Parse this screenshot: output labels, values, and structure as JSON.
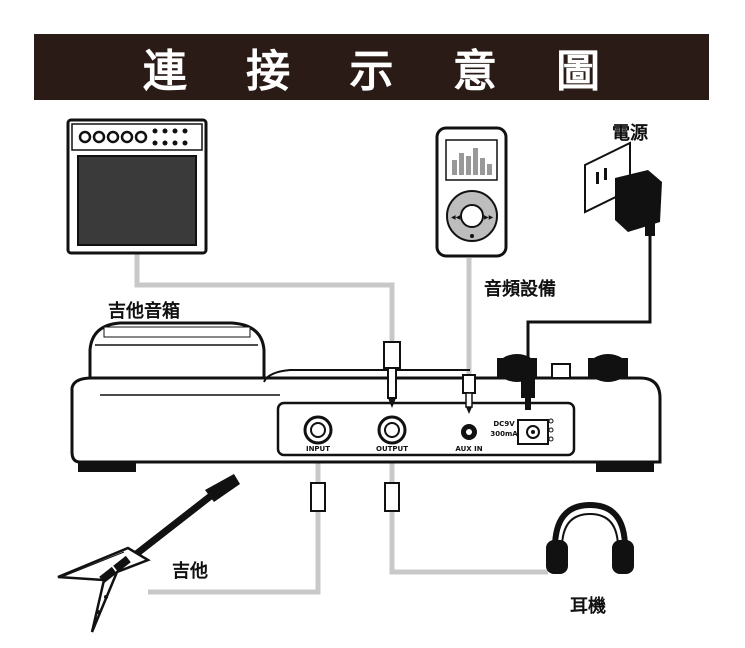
{
  "header": {
    "title": "連 接 示 意 圖"
  },
  "labels": {
    "power": "電源",
    "audio_device": "音頻設備",
    "amplifier": "吉他音箱",
    "guitar": "吉他",
    "headphones": "耳機"
  },
  "panel": {
    "input": "INPUT",
    "output": "OUTPUT",
    "aux_in": "AUX IN",
    "dc_line1": "DC9V",
    "dc_line2": "300mA"
  },
  "colors": {
    "banner": "#2b1b17",
    "cable": "#c8c8c8",
    "outline": "#111111"
  }
}
